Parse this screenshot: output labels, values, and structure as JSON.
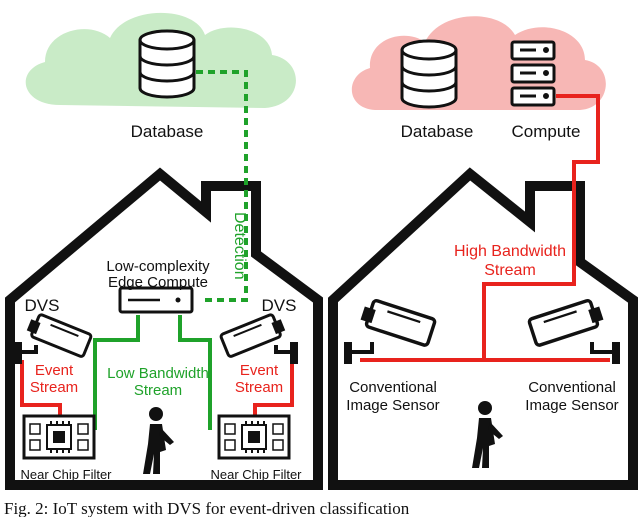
{
  "left_scene": {
    "cloud_label": "Database",
    "edge_label_line1": "Low-complexity",
    "edge_label_line2": "Edge Compute",
    "detection_label": "Detection",
    "dvs_left": "DVS",
    "dvs_right": "DVS",
    "event_left_line1": "Event",
    "event_left_line2": "Stream",
    "event_right_line1": "Event",
    "event_right_line2": "Stream",
    "lowbw_line1": "Low Bandwidth",
    "lowbw_line2": "Stream",
    "filter_left": "Near Chip Filter",
    "filter_right": "Near Chip Filter"
  },
  "right_scene": {
    "cloud_db_label": "Database",
    "cloud_compute_label": "Compute",
    "highbw_line1": "High Bandwidth",
    "highbw_line2": "Stream",
    "sensor_left_line1": "Conventional",
    "sensor_left_line2": "Image Sensor",
    "sensor_right_line1": "Conventional",
    "sensor_right_line2": "Image Sensor"
  },
  "caption": "Fig. 2: IoT system with DVS for event-driven classification",
  "colors": {
    "green": "#1fa22a",
    "red": "#e8231d",
    "green_cloud": "#c9ebc7",
    "red_cloud": "#f7b7b5",
    "house": "#111111"
  }
}
